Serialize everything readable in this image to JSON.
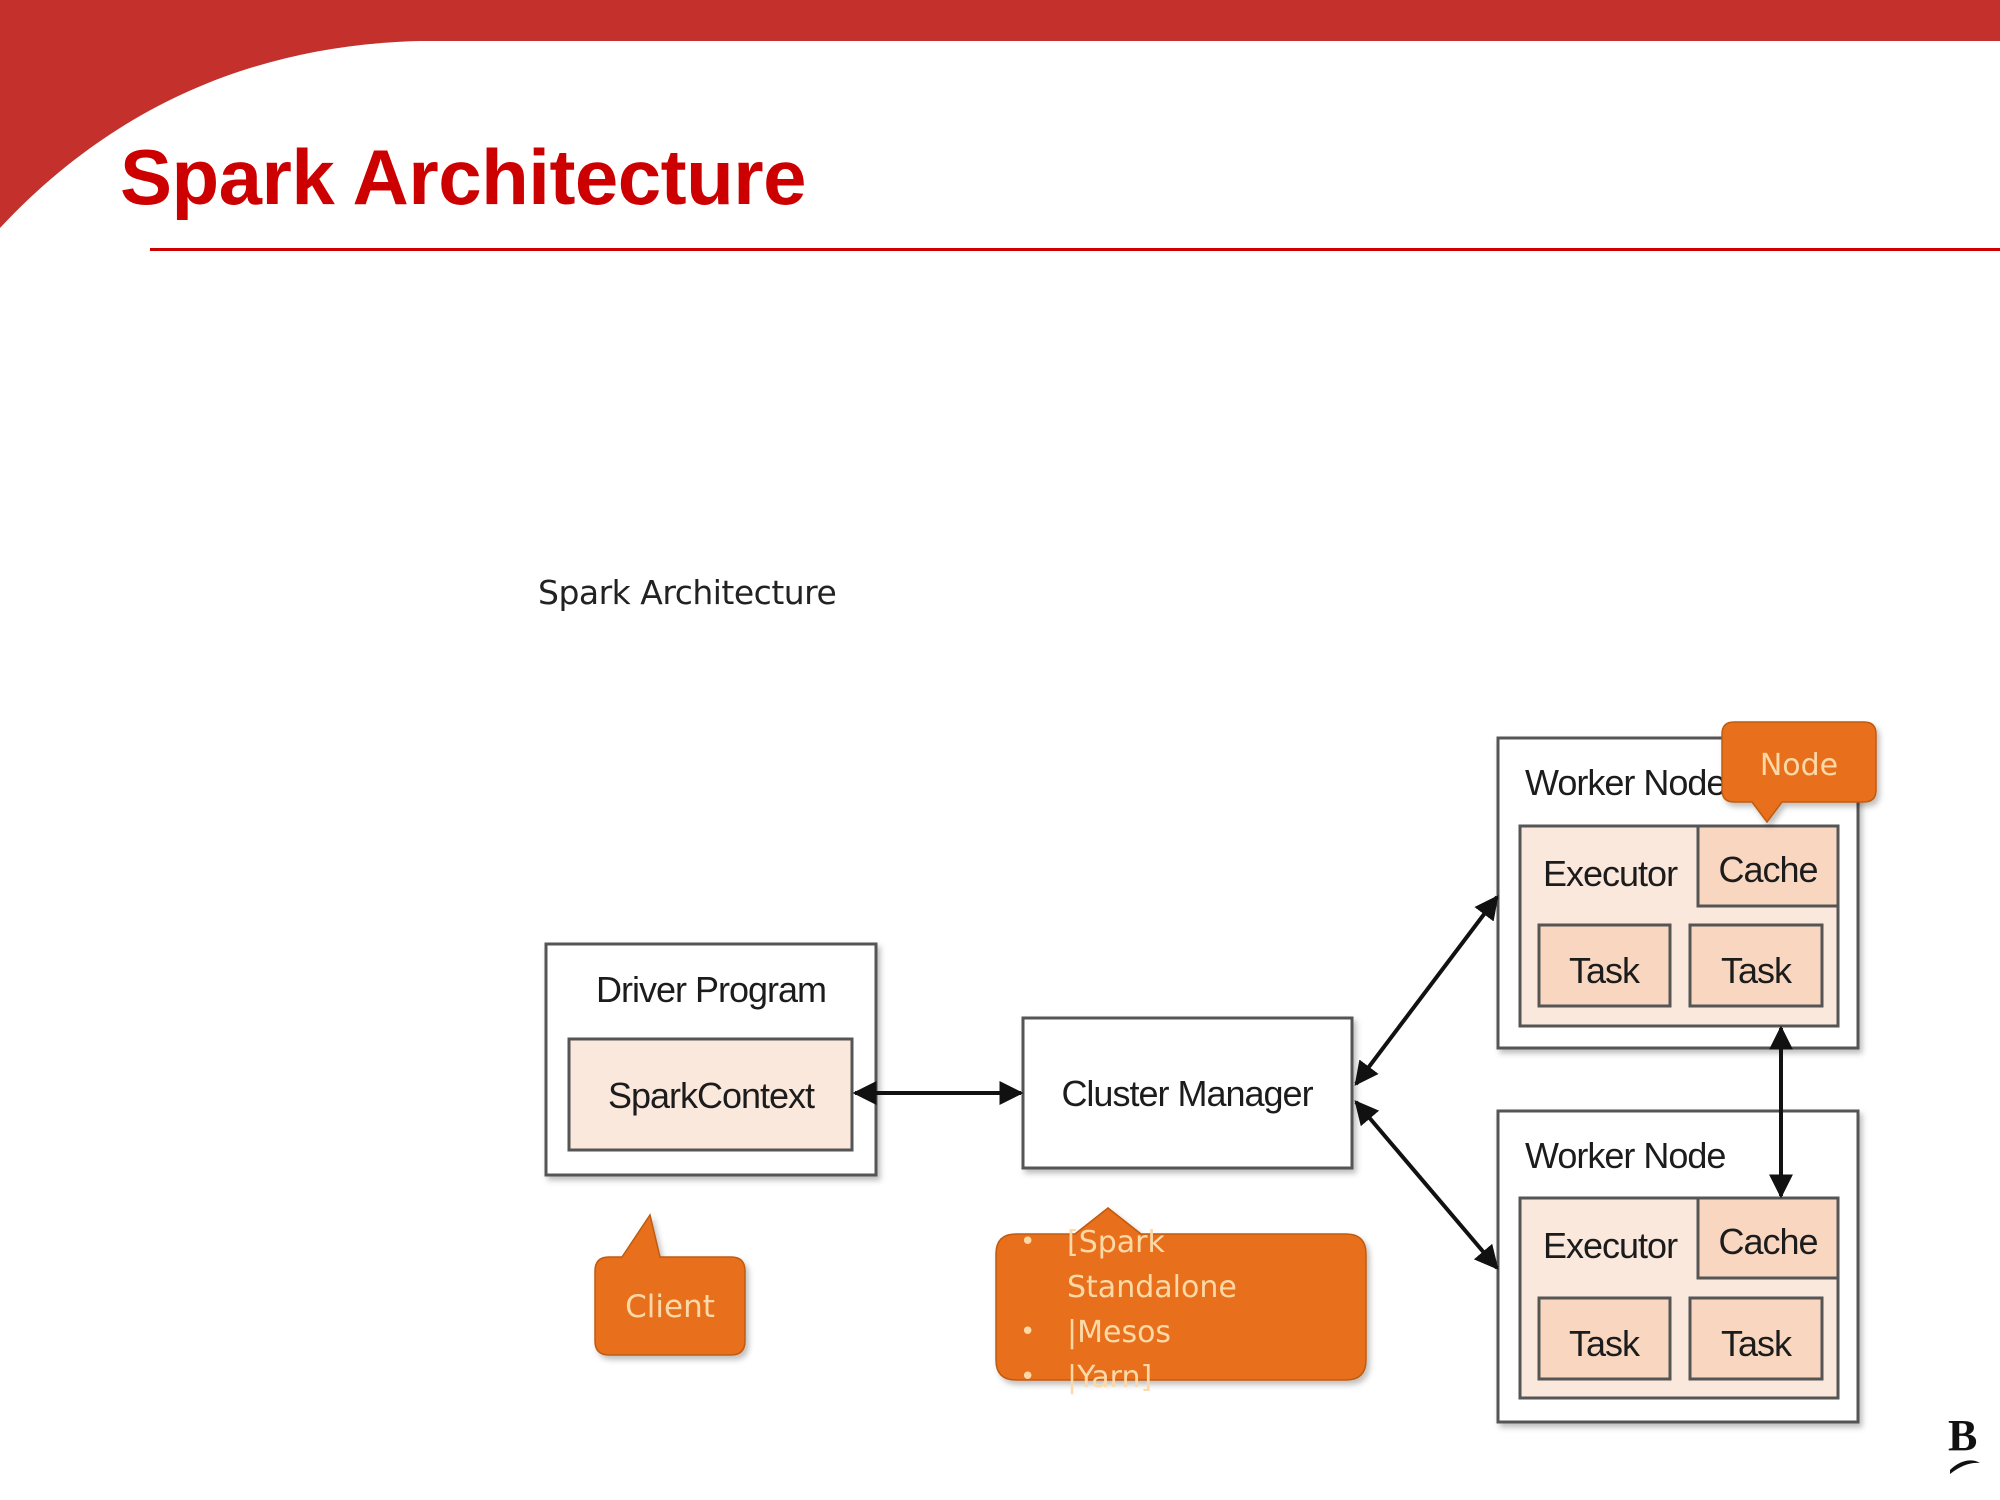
{
  "slide": {
    "title": "Spark Architecture",
    "colors": {
      "header_band": "#c4302b",
      "title_text": "#cc0000",
      "callout_fill": "#e8701a",
      "callout_text": "#fcd9a6",
      "executor_fill": "#fbe8dd",
      "inner_box_fill": "#f9d6c0"
    },
    "logo_text": "B"
  },
  "diagram": {
    "caption": "Spark Architecture",
    "driver": {
      "label": "Driver Program",
      "context_label": "SparkContext"
    },
    "cluster_manager": {
      "label": "Cluster Manager"
    },
    "worker_nodes": [
      {
        "label": "Worker Node",
        "executor_label": "Executor",
        "cache_label": "Cache",
        "tasks": [
          "Task",
          "Task"
        ]
      },
      {
        "label": "Worker Node",
        "executor_label": "Executor",
        "cache_label": "Cache",
        "tasks": [
          "Task",
          "Task"
        ]
      }
    ],
    "callouts": {
      "client": "Client",
      "node": "Node",
      "cluster_manager_types": [
        "[Spark",
        "Standalone",
        "|Mesos",
        "|Yarn]"
      ],
      "bullet": "•"
    },
    "connections": [
      {
        "from": "SparkContext",
        "to": "Cluster Manager",
        "direction": "both"
      },
      {
        "from": "Cluster Manager",
        "to": "Worker Node 1",
        "direction": "both"
      },
      {
        "from": "Cluster Manager",
        "to": "Worker Node 2",
        "direction": "both"
      },
      {
        "from": "Worker Node 1 Executor",
        "to": "Worker Node 2 Cache",
        "direction": "both"
      }
    ]
  }
}
